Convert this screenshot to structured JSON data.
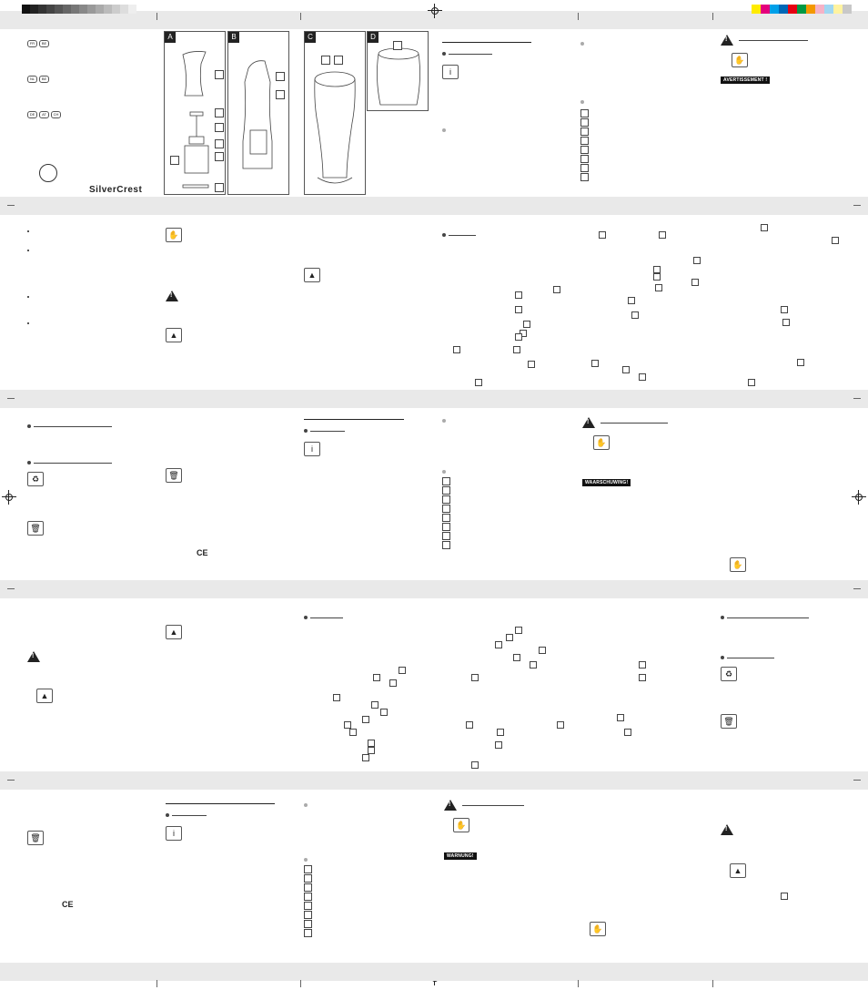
{
  "brand": {
    "name": "SilverCrest"
  },
  "languages": {
    "row1": [
      "FR",
      "BE"
    ],
    "row2": [
      "NL",
      "BE"
    ],
    "row3": [
      "DE",
      "AT",
      "CH"
    ]
  },
  "warnings": {
    "fr": "AVERTISSEMENT !",
    "nl": "WAARSCHUWING!",
    "de": "WARNUNG!"
  },
  "figures": [
    "A",
    "B",
    "C",
    "D"
  ],
  "marks": {
    "ce": "CE"
  },
  "icons": [
    "info-icon",
    "warning-triangle-icon",
    "hand-protection-icon",
    "battery-icon",
    "recycle-icon",
    "bin-crossed-icon",
    "cleaning-icon"
  ],
  "colors": {
    "band": "#e9e9e9",
    "line": "#222222"
  },
  "swatches": [
    "#ffeb00",
    "#e4007c",
    "#00a0e9",
    "#0068b7",
    "#e60012",
    "#009944",
    "#f39800",
    "#f5b2c6",
    "#a0d7f2",
    "#fff3a0",
    "#c8c8c8"
  ],
  "grays": [
    "#111",
    "#222",
    "#333",
    "#444",
    "#555",
    "#666",
    "#777",
    "#888",
    "#999",
    "#aaa",
    "#bbb",
    "#ccc",
    "#ddd",
    "#eee"
  ]
}
